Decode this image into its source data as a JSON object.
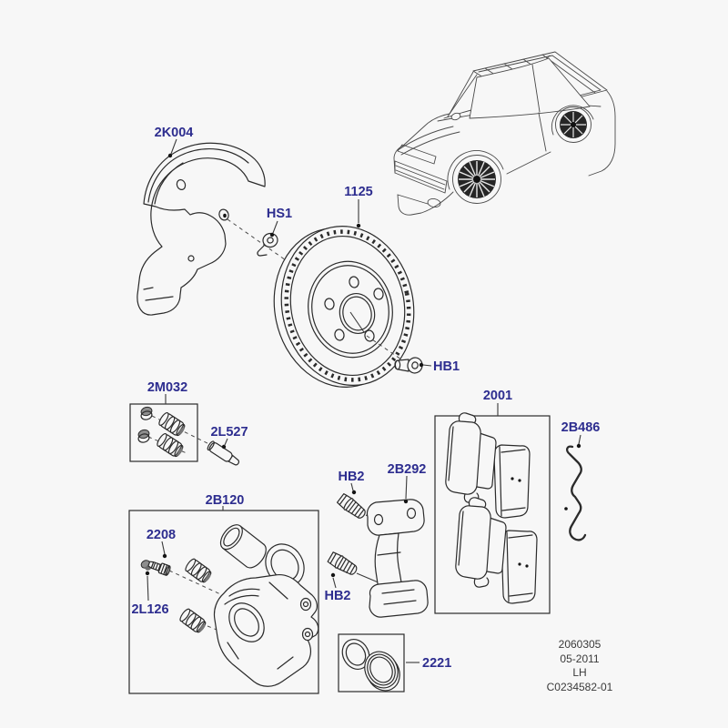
{
  "callouts": {
    "shield": "2K004",
    "hs1": "HS1",
    "disc": "1125",
    "hb1": "HB1",
    "pin_kit": "2M032",
    "guide_pin": "2L527",
    "caliper_kit": "2B120",
    "bleed_screw": "2208",
    "bleed_cap": "2L126",
    "hb2_upper": "HB2",
    "carrier": "2B292",
    "hb2_lower": "HB2",
    "pad_kit": "2001",
    "wear_wire": "2B486",
    "seal_kit": "2221"
  },
  "info_block": {
    "part_ref": "2060305",
    "date": "05-2011",
    "side": "LH",
    "drawing_no": "C0234582-01"
  },
  "colors": {
    "callout": "#2d2d8f",
    "line": "#2b2b2b",
    "background": "#f7f7f7"
  }
}
